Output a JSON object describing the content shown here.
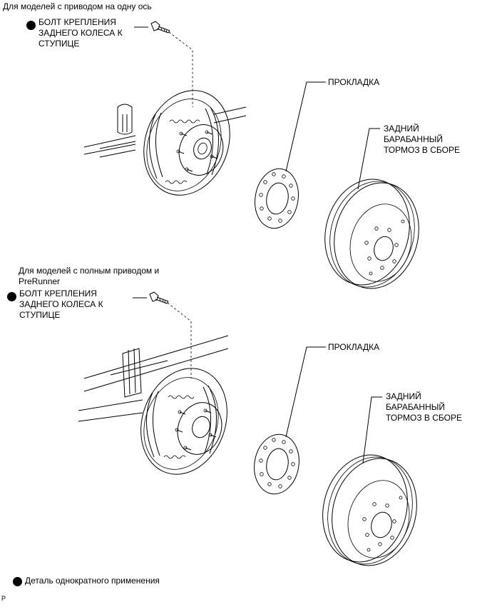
{
  "section1": {
    "heading": "Для моделей с приводом на одну ось",
    "bolt_label": [
      "БОЛТ КРЕПЛЕНИЯ",
      "ЗАДНЕГО КОЛЕСА К",
      "СТУПИЦЕ"
    ],
    "gasket_label": "ПРОКЛАДКА",
    "drum_label": [
      "ЗАДНИЙ",
      "БАРАБАННЫЙ",
      "ТОРМОЗ В СБОРЕ"
    ]
  },
  "section2": {
    "heading": [
      "Для моделей с полным приводом и",
      "PreRunner"
    ],
    "bolt_label": [
      "БОЛТ КРЕПЛЕНИЯ",
      "ЗАДНЕГО КОЛЕСА К",
      "СТУПИЦЕ"
    ],
    "gasket_label": "ПРОКЛАДКА",
    "drum_label": [
      "ЗАДНИЙ",
      "БАРАБАННЫЙ",
      "ТОРМОЗ В СБОРЕ"
    ]
  },
  "legend": {
    "text": "Деталь однократного применения"
  },
  "footer": {
    "code": "P"
  }
}
